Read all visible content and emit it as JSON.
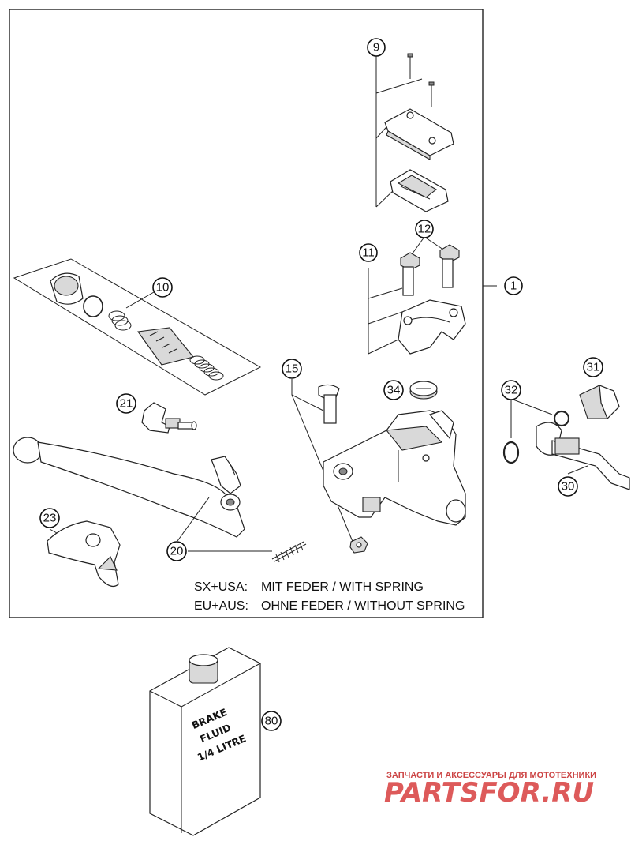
{
  "callouts": {
    "c1": "1",
    "c9": "9",
    "c10": "10",
    "c11": "11",
    "c12": "12",
    "c15": "15",
    "c20": "20",
    "c21": "21",
    "c23": "23",
    "c30": "30",
    "c31": "31",
    "c32": "32",
    "c34": "34",
    "c80": "80"
  },
  "notes": {
    "line1_prefix": "SX+USA:",
    "line1_text": "MIT FEDER / WITH SPRING",
    "line2_prefix": "EU+AUS:",
    "line2_text": "OHNE FEDER / WITHOUT SPRING"
  },
  "bottle_label": {
    "line1": "BRAKE",
    "line2": "FLUID",
    "line3": "1/4 LITRE"
  },
  "watermark": {
    "tagline": "ЗАПЧАСТИ И АКСЕССУАРЫ ДЛЯ МОТОТЕХНИКИ",
    "brand": "PARTSFOR.RU"
  },
  "colors": {
    "line": "#222222",
    "watermark": "#dd5a5a"
  }
}
